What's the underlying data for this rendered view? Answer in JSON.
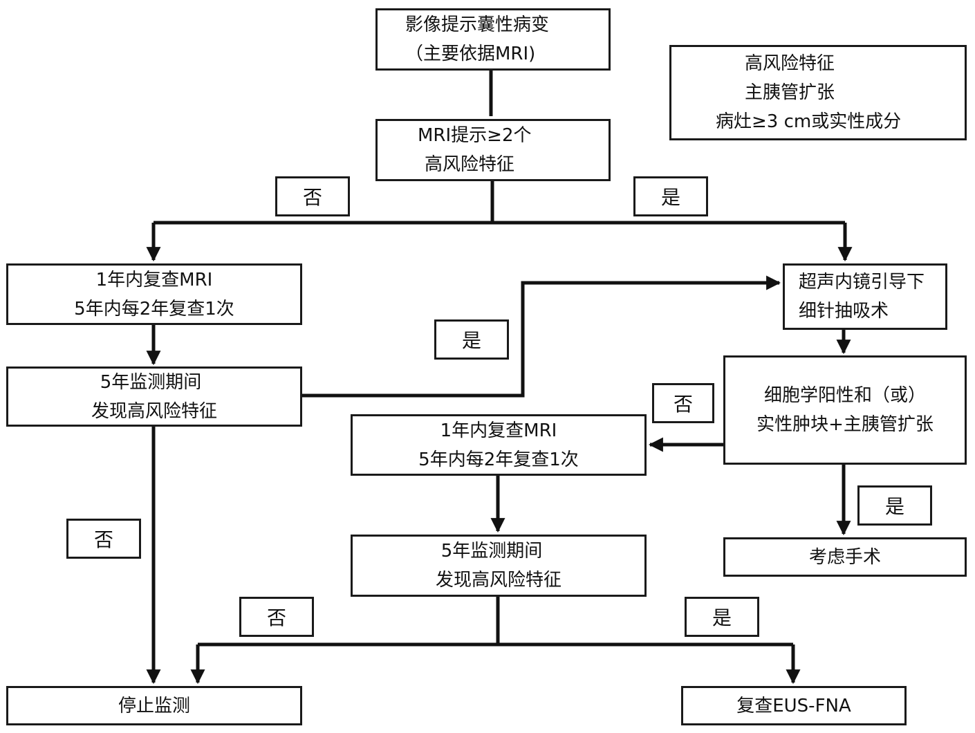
{
  "nodes": {
    "start": [
      "影像提示囊性病变",
      "（主要依据MRI)"
    ],
    "hr_features": [
      "高风险特征",
      "主胰管扩张",
      "病灶≥3 cm或实性成分"
    ],
    "mri_check": [
      "MRI提示≥2个",
      "高风险特征"
    ],
    "followup_left": [
      "1年内复查MRI",
      "5年内每2年复查1次"
    ],
    "eus_fna": [
      "超声内镜引导下",
      "细针抽吸术"
    ],
    "monitor_left": [
      "5年监测期间",
      "发现高风险特征"
    ],
    "cytology": [
      "细胞学阳性和（或）",
      "实性肿块+主胰管扩张"
    ],
    "followup_mid": [
      "1年内复查MRI",
      "5年内每2年复查1次"
    ],
    "surgery": [
      "考虑手术"
    ],
    "monitor_mid": [
      "5年监测期间",
      "发现高风险特征"
    ],
    "stop": [
      "停止监测"
    ],
    "recheck": [
      "复查EUS-FNA"
    ]
  },
  "labels": {
    "no_1": "否",
    "yes_1": "是",
    "yes_2": "是",
    "no_2": "否",
    "no_3": "否",
    "yes_3": "是",
    "no_4": "否",
    "yes_4": "是"
  },
  "edges": [
    {
      "from": "start",
      "to": "mri_check"
    },
    {
      "from": "mri_check",
      "to": "followup_left",
      "label": "no_1"
    },
    {
      "from": "mri_check",
      "to": "eus_fna",
      "label": "yes_1"
    },
    {
      "from": "followup_left",
      "to": "monitor_left"
    },
    {
      "from": "monitor_left",
      "to": "eus_fna",
      "label": "yes_2"
    },
    {
      "from": "monitor_left",
      "to": "stop",
      "label": "no_3"
    },
    {
      "from": "eus_fna",
      "to": "cytology"
    },
    {
      "from": "cytology",
      "to": "followup_mid",
      "label": "no_2"
    },
    {
      "from": "cytology",
      "to": "surgery",
      "label": "yes_3"
    },
    {
      "from": "followup_mid",
      "to": "monitor_mid"
    },
    {
      "from": "monitor_mid",
      "to": "stop",
      "label": "no_4"
    },
    {
      "from": "monitor_mid",
      "to": "recheck",
      "label": "yes_4"
    }
  ]
}
